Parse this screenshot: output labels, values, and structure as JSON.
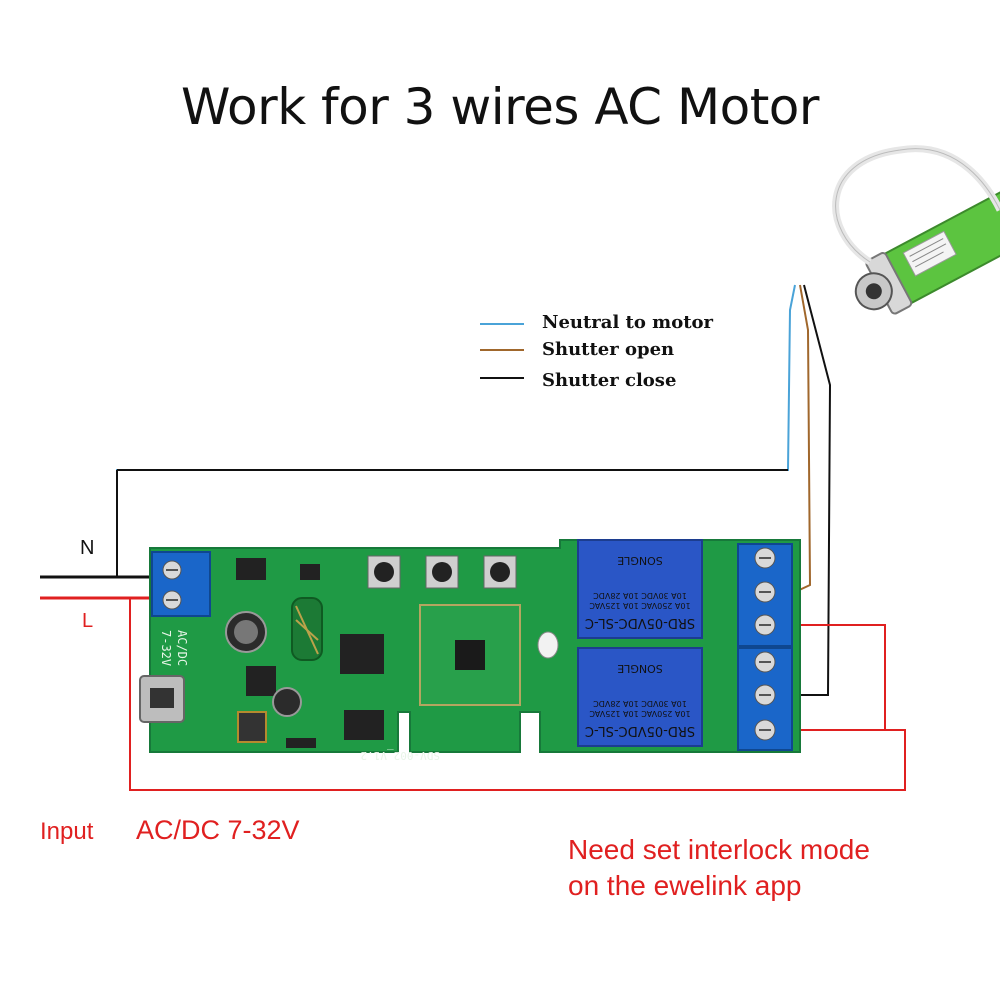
{
  "title": "Work for 3 wires AC Motor",
  "legend": [
    {
      "label": "Neutral to motor",
      "color": "#4aa3d8"
    },
    {
      "label": "Shutter open",
      "color": "#a0672c"
    },
    {
      "label": "Shutter close",
      "color": "#111111"
    }
  ],
  "labels": {
    "neutral": "N",
    "live": "L"
  },
  "input_note": {
    "prefix": "Input",
    "value": "AC/DC 7-32V"
  },
  "interlock_note": {
    "line1": "Need set interlock mode",
    "line2": "on the ewelink app"
  },
  "board": {
    "silk_supply_1": "AC/DC",
    "silk_supply_2": "7-32V",
    "silk_version": "SDV-002_V1.2",
    "relay_model": "SRD-05VDC-SL-C",
    "relay_rating_1": "10A 250VAC  10A 125VAC",
    "relay_rating_2": "10A 30VDC  10A 28VDC",
    "relay_brand": "SONGLE"
  },
  "colors": {
    "wire_red": "#e02020",
    "wire_blue": "#4aa3d8",
    "wire_brown": "#a0672c",
    "wire_black": "#111111",
    "pcb_green": "#1f9a45",
    "terminal_blue": "#1a66c9",
    "relay_blue": "#2a56c6",
    "motor_green": "#5cc440"
  }
}
